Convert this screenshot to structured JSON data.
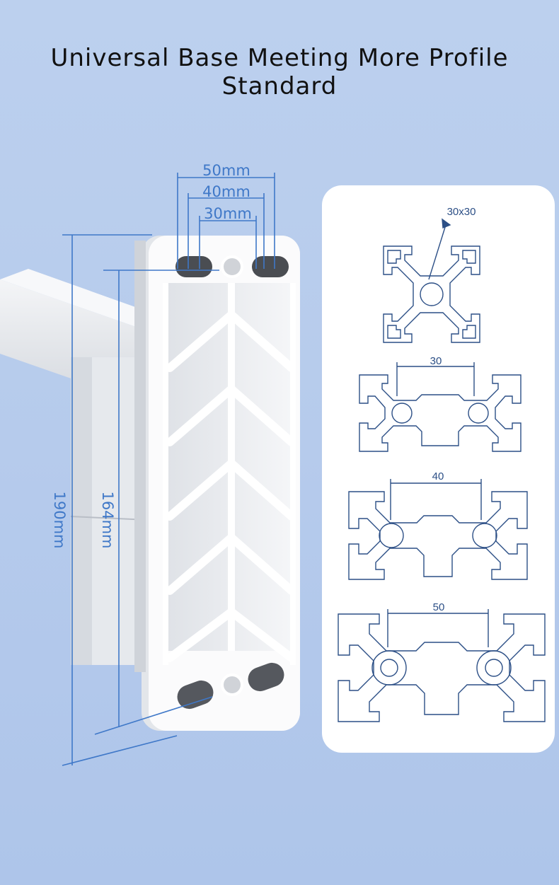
{
  "title": "Universal Base Meeting More Profile Standard",
  "dimensions": {
    "width_50": "50mm",
    "width_40": "40mm",
    "width_30": "30mm",
    "height_190": "190mm",
    "height_164": "164mm"
  },
  "profiles": [
    {
      "label": "30x30"
    },
    {
      "label": "30"
    },
    {
      "label": "40"
    },
    {
      "label": "50"
    }
  ],
  "colors": {
    "background": "#b6cbec",
    "dimension_line": "#3f78c8",
    "profile_line": "#2c4f86",
    "card": "#ffffff"
  }
}
